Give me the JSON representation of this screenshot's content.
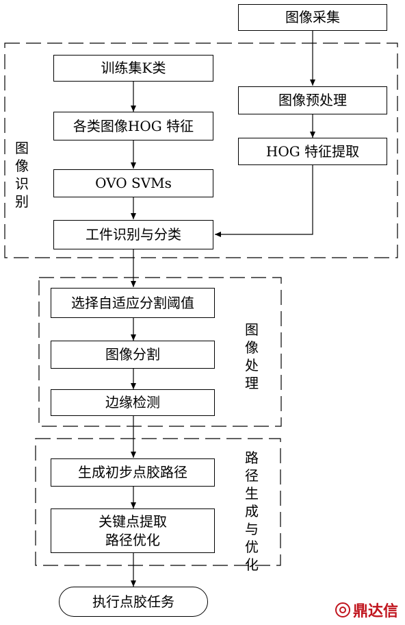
{
  "nodes": {
    "acquire": "图像采集",
    "preprocess": "图像预处理",
    "hog_extract": "HOG 特征提取",
    "train_k": "训练集K类",
    "class_hog": "各类图像HOG 特征",
    "ovo_svm": "OVO SVMs",
    "recognize": "工件识别与分类",
    "threshold": "选择自适应分割阈值",
    "segment": "图像分割",
    "edge": "边缘检测",
    "init_path": "生成初步点胶路径",
    "keypoint_line1": "关键点提取",
    "keypoint_line2": "路径优化",
    "execute": "执行点胶任务"
  },
  "groups": {
    "recognition": "图像识别",
    "processing": "图像处理",
    "path_opt": "路径生成与优化"
  },
  "logo": "鼎达信",
  "colors": {
    "line": "#000000",
    "logo": "#c0141d"
  }
}
